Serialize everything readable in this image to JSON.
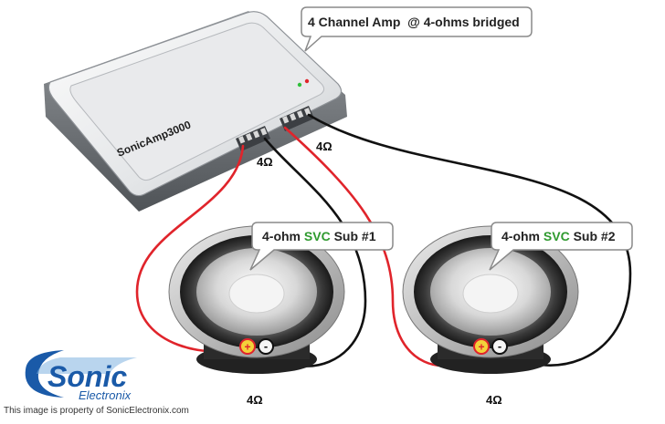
{
  "amp": {
    "callout": "4 Channel Amp  @ 4-ohms bridged",
    "brand_label": "SonicAmp3000",
    "bridged_load_left": "4Ω",
    "bridged_load_right": "4Ω"
  },
  "subs": [
    {
      "callout_prefix": "4-ohm ",
      "callout_svc": "SVC",
      "callout_suffix": " Sub #1",
      "impedance": "4Ω"
    },
    {
      "callout_prefix": "4-ohm ",
      "callout_svc": "SVC",
      "callout_suffix": " Sub #2",
      "impedance": "4Ω"
    }
  ],
  "terminals": {
    "positive": "+",
    "negative": "-"
  },
  "logo": {
    "word": "Sonic",
    "sub": "Electronix"
  },
  "credit": "This image is property of SonicElectronix.com",
  "colors": {
    "positive_wire": "#e0242b",
    "negative_wire": "#111111",
    "svc_text": "#2e9a2e",
    "logo_blue": "#1a5aa8"
  },
  "icons": [
    "amplifier-icon",
    "subwoofer-icon",
    "subwoofer-icon",
    "sonic-logo-icon"
  ]
}
